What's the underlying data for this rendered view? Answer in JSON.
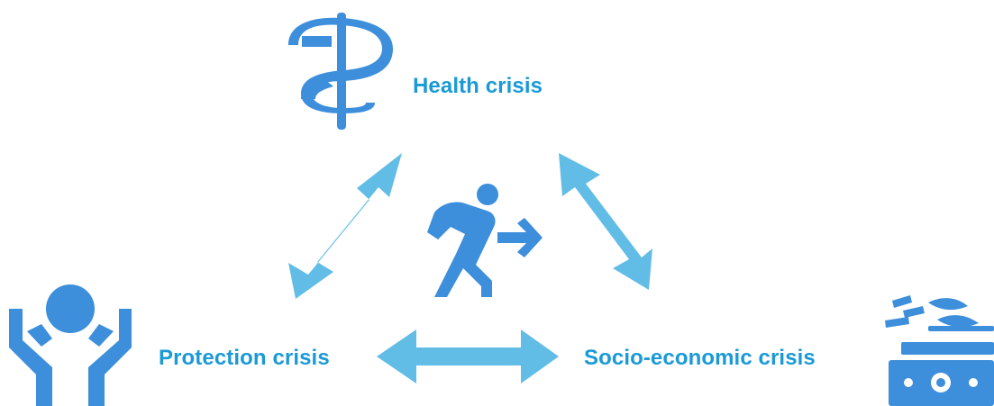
{
  "nodes": {
    "health": {
      "label": "Health crisis",
      "icon": "caduceus-icon"
    },
    "protection": {
      "label": "Protection crisis",
      "icon": "raised-hands-person-icon"
    },
    "socio_economic": {
      "label": "Socio-economic crisis",
      "icon": "grain-and-money-icon"
    }
  },
  "center": {
    "icon": "person-walking-away-icon"
  },
  "connectors": [
    {
      "from": "health",
      "to": "protection",
      "style": "double-arrow"
    },
    {
      "from": "health",
      "to": "socio_economic",
      "style": "double-arrow"
    },
    {
      "from": "protection",
      "to": "socio_economic",
      "style": "double-arrow"
    }
  ],
  "colors": {
    "label_text": "#1a9ad6",
    "icon_fill": "#3d8edb",
    "arrow_fill": "#62bde6"
  }
}
